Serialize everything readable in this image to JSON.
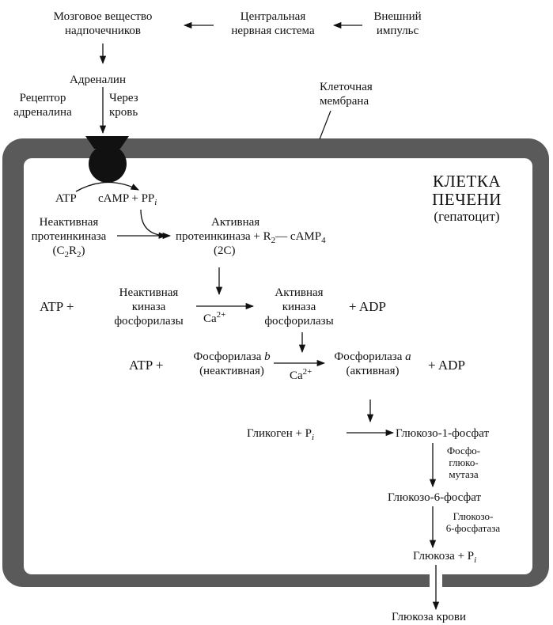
{
  "top": {
    "adrenal_medulla": [
      "Мозговое вещество",
      "надпочечников"
    ],
    "cns": [
      "Центральная",
      "нервная система"
    ],
    "external_impulse": [
      "Внешний",
      "импульс"
    ],
    "adrenaline": "Адреналин",
    "via_blood": [
      "Через",
      "кровь"
    ],
    "receptor": [
      "Рецептор",
      "адреналина"
    ],
    "cell_membrane": [
      "Клеточная",
      "мембрана"
    ]
  },
  "cell": {
    "title": [
      "КЛЕТКА",
      "ПЕЧЕНИ"
    ],
    "subtitle": "(гепатоцит)"
  },
  "step1": {
    "atp": "ATP",
    "camp_pp": "cAMP + PP",
    "camp_pp_sub": "i",
    "inactive_pk": [
      "Неактивная",
      "протеинкиназа"
    ],
    "inactive_pk_formula": "(C2R2)",
    "active_pk": [
      "Активная",
      "протеинкиназа + R"
    ],
    "active_pk_tail": "— cAMP",
    "active_pk_formula": "(2C)"
  },
  "step2": {
    "atp_plus": "ATP  +",
    "inactive_kinase": [
      "Неактивная",
      "киназа",
      "фосфорилазы"
    ],
    "ca": "Ca",
    "ca_sup": "2+",
    "active_kinase": [
      "Активная",
      "киназа",
      "фосфорилазы"
    ],
    "adp": "+ ADP"
  },
  "step3": {
    "atp_plus": "ATP +",
    "phosphorylase_b": "Фосфорилаза",
    "b": "b",
    "inactive": "(неактивная)",
    "ca": "Ca",
    "ca_sup": "2+",
    "phosphorylase_a": "Фосфорилаза",
    "a": "a",
    "active": "(активная)",
    "adp": "+ ADP"
  },
  "glycolysis": {
    "glycogen": "Гликоген + P",
    "glycogen_sub": "i",
    "g1p": "Глюкозо-1-фосфат",
    "mutase": [
      "Фосфо-",
      "глюко-",
      "мутаза"
    ],
    "g6p": "Глюкозо-6-фосфат",
    "phosphatase": [
      "Глюкозо-",
      "6-фосфатаза"
    ],
    "glucose": "Глюкоза + P",
    "glucose_sub": "i",
    "blood_glucose": "Глюкоза крови"
  }
}
